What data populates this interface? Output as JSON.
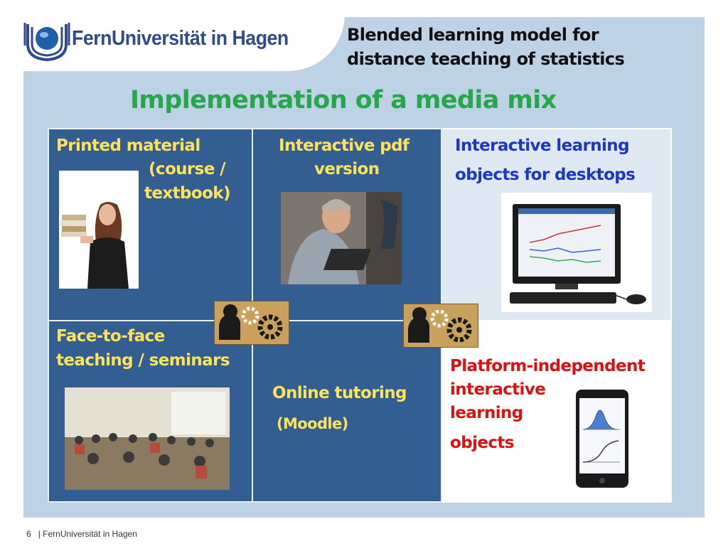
{
  "header": {
    "logo_text": "FernUniversität in Hagen",
    "subject_line1": "Blended learning model for",
    "subject_line2": "distance teaching of statistics"
  },
  "slide_title": "Implementation of a media mix",
  "cells": {
    "printed": {
      "line1": "Printed material",
      "line2": "(course /",
      "line3": "textbook)"
    },
    "pdf": {
      "line1": "Interactive pdf",
      "line2": "version"
    },
    "desktop": {
      "line1": "Interactive learning",
      "line2": "objects for desktops"
    },
    "face": {
      "line1": "Face-to-face",
      "line2": "teaching / seminars"
    },
    "online": {
      "line1": "Online tutoring",
      "line2": "(Moodle)"
    },
    "platform": {
      "line1": "Platform-independent",
      "line2": "interactive",
      "line3": "learning",
      "line4": "objects"
    }
  },
  "footer": {
    "page_number": "6",
    "separator": "|",
    "institution": "FernUniversität in Hagen"
  },
  "colors": {
    "panel": "#bdd2e5",
    "cell_dark": "#335e91",
    "title_green": "#26a74a",
    "label_yellow": "#ffe25a",
    "label_blue": "#1a38c4",
    "label_red": "#dd1010",
    "logo_blue": "#2f4a8f"
  }
}
